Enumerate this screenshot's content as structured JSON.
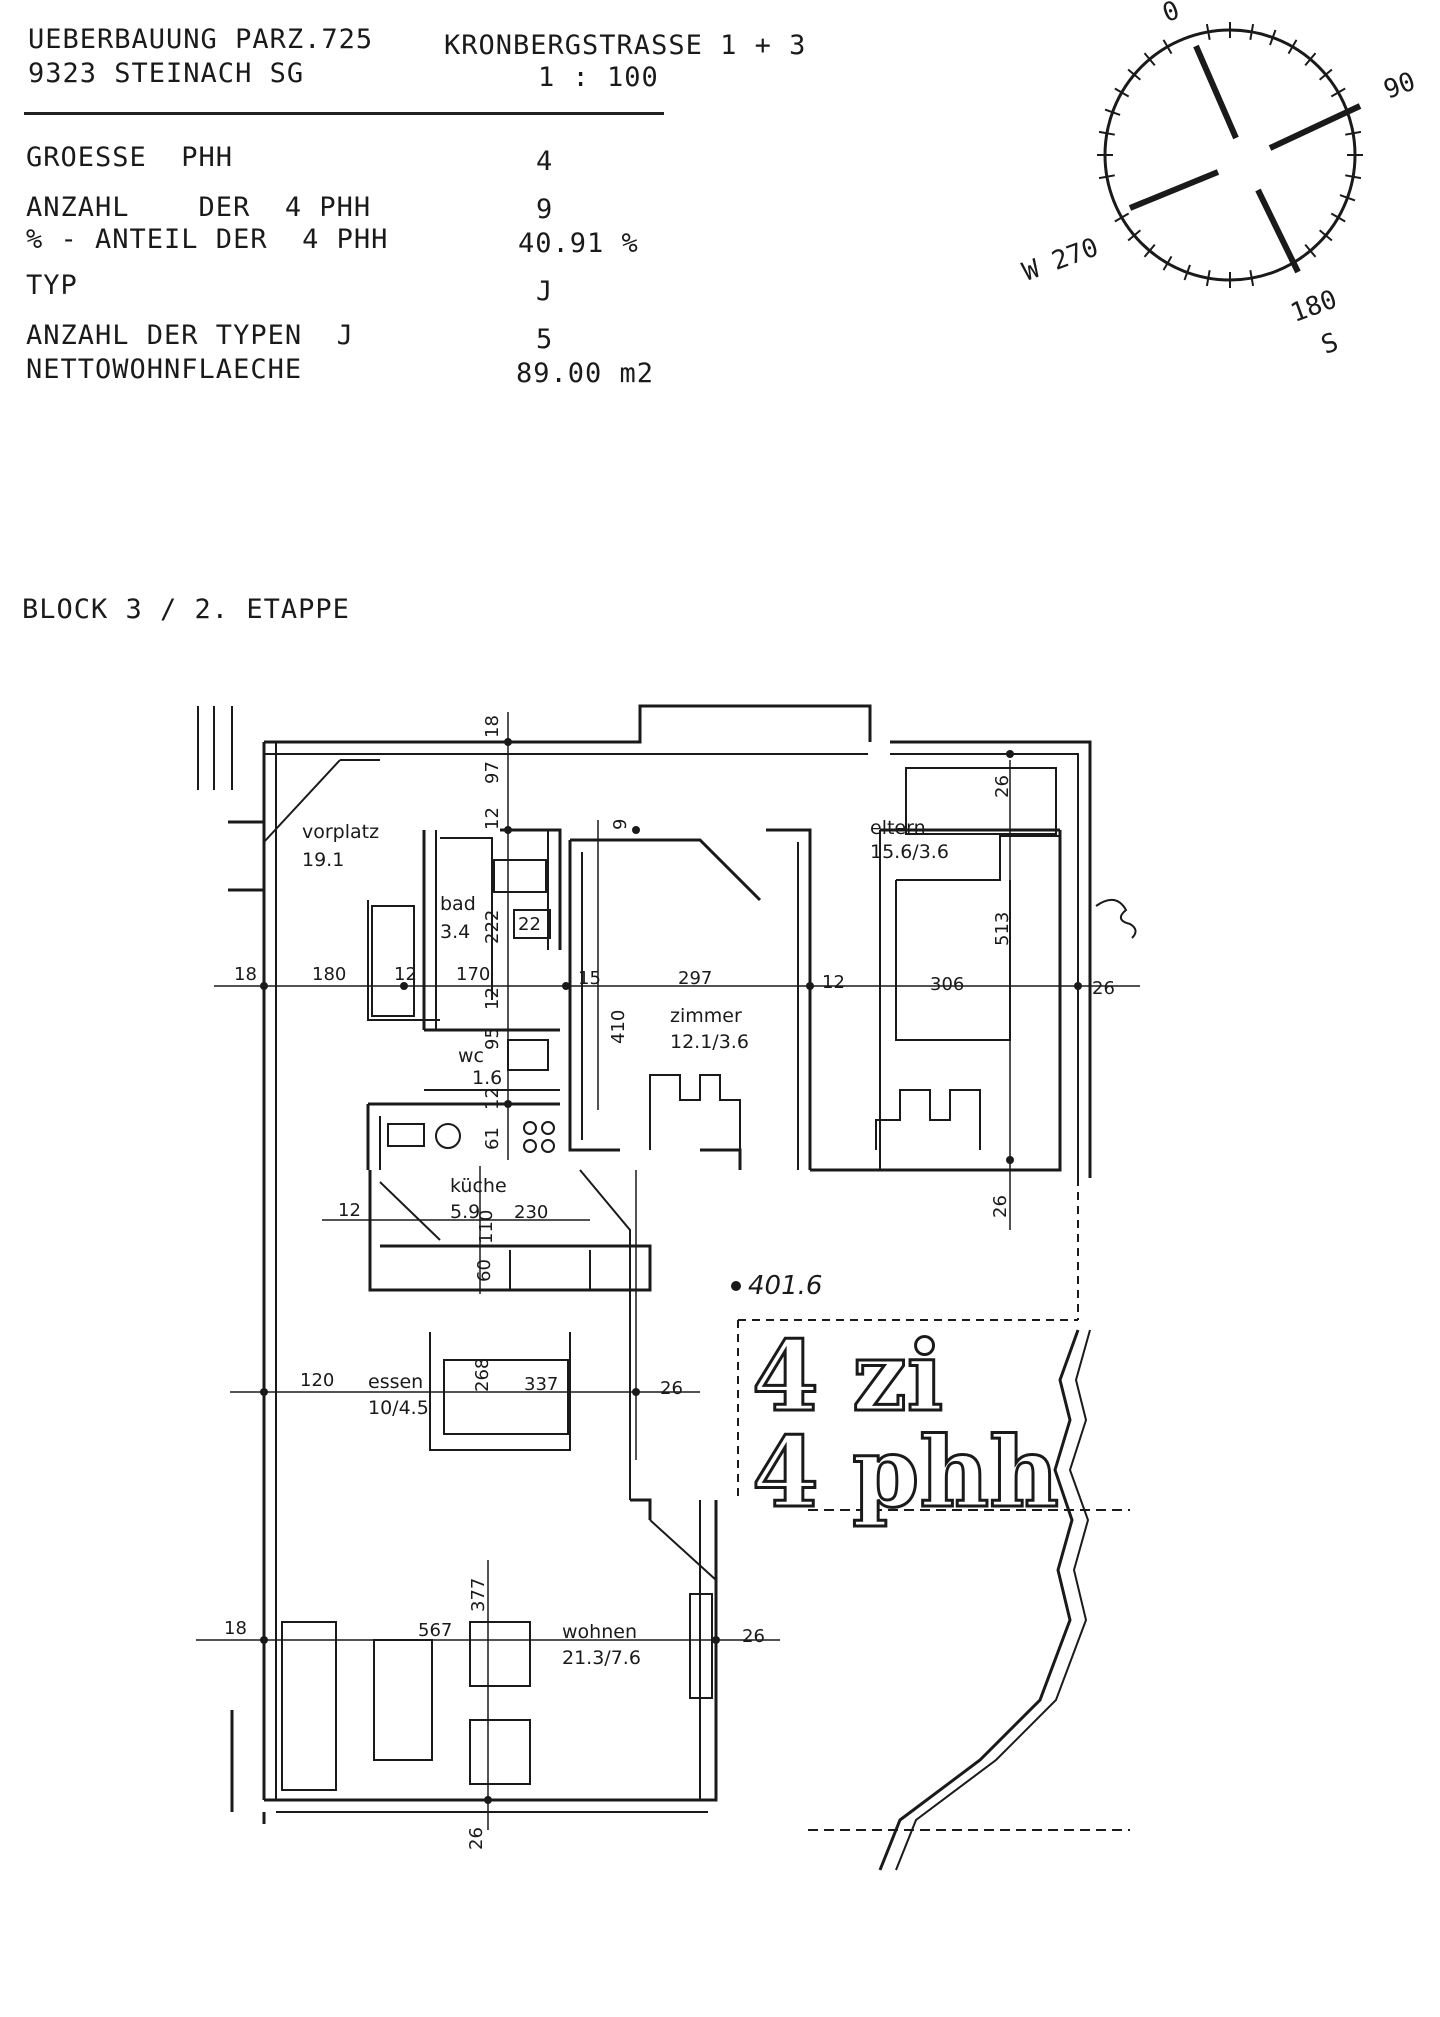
{
  "header": {
    "project_line1": "UEBERBAUUNG PARZ.725",
    "project_line2": "9323 STEINACH SG",
    "street": "KRONBERGSTRASSE 1 + 3",
    "scale": "1 : 100"
  },
  "specs": {
    "size_label": "GROESSE  PHH",
    "size_value": "4",
    "count_label": "ANZAHL    DER  4 PHH",
    "count_value": "9",
    "share_label": "% - ANTEIL DER  4 PHH",
    "share_value": "40.91 %",
    "type_label": "TYP",
    "type_value": "J",
    "type_count_label": "ANZAHL DER TYPEN  J",
    "type_count_value": "5",
    "net_area_label": "NETTOWOHNFLAECHE",
    "net_area_value": "89.00 m2"
  },
  "compass": {
    "north": "0",
    "east": "90",
    "south_deg": "180",
    "south": "S",
    "west": "W 270"
  },
  "block_title": "BLOCK 3 / 2. ETAPPE",
  "rooms": {
    "vorplatz_name": "vorplatz",
    "vorplatz_area": "19.1",
    "bad_name": "bad",
    "bad_area": "3.4",
    "wc_name": "wc",
    "wc_area": "1.6",
    "zimmer_name": "zimmer",
    "zimmer_area": "12.1/3.6",
    "eltern_name": "eltern",
    "eltern_area": "15.6/3.6",
    "kueche_name": "küche",
    "kueche_area": "5.9",
    "essen_name": "essen",
    "essen_area": "10/4.5",
    "wohnen_name": "wohnen",
    "wohnen_area": "21.3/7.6"
  },
  "dimensions": {
    "d18_top": "18",
    "d97": "97",
    "d12_a": "12",
    "d9": "9",
    "d26_a": "26",
    "d222": "222",
    "d22": "22",
    "d18_left": "18",
    "d180": "180",
    "d12_b": "12",
    "d170": "170",
    "d15": "15",
    "d297": "297",
    "d12_c": "12",
    "d306": "306",
    "d26_b": "26",
    "d513": "513",
    "d12_d": "12",
    "d95": "95",
    "d410": "410",
    "d12_e": "12",
    "d61": "61",
    "d12_f": "12",
    "d230": "230",
    "d110": "110",
    "d26_c": "26",
    "d60": "60",
    "d120": "120",
    "d268": "268",
    "d337": "337",
    "d26_d": "26",
    "d377": "377",
    "d18_bottom": "18",
    "d567": "567",
    "d26_e": "26",
    "d26_f": "26"
  },
  "elevation": "401.6",
  "logo_line1": "4 zi",
  "logo_line2": "4 phh"
}
